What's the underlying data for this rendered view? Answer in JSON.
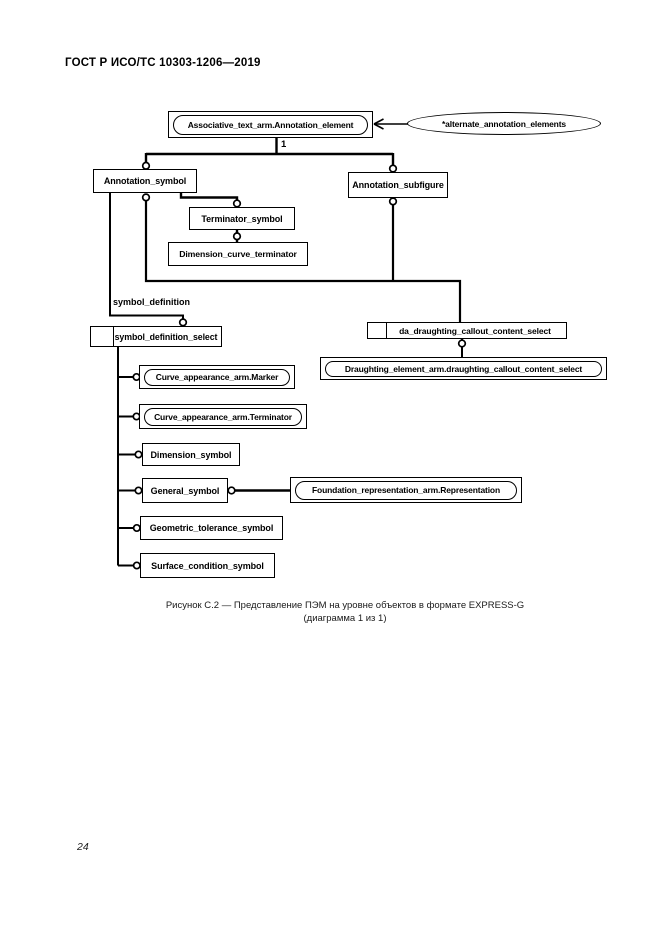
{
  "header": {
    "title": "ГОСТ Р ИСО/ТС 10303-1206—2019"
  },
  "diagram": {
    "nodes": {
      "annotation_element": "Associative_text_arm.Annotation_element",
      "alternate_annotation_elements": "*alternate_annotation_elements",
      "annotation_symbol": "Annotation_symbol",
      "annotation_subfigure": "Annotation_subfigure",
      "terminator_symbol": "Terminator_symbol",
      "dimension_curve_terminator": "Dimension_curve_terminator",
      "symbol_definition_select": "symbol_definition_select",
      "da_draughting_callout_content_select": "da_draughting_callout_content_select",
      "draughting_element_select": "Draughting_element_arm.draughting_callout_content_select",
      "curve_marker": "Curve_appearance_arm.Marker",
      "curve_terminator": "Curve_appearance_arm.Terminator",
      "dimension_symbol": "Dimension_symbol",
      "general_symbol": "General_symbol",
      "foundation_representation": "Foundation_representation_arm.Representation",
      "geometric_tolerance_symbol": "Geometric_tolerance_symbol",
      "surface_condition_symbol": "Surface_condition_symbol"
    },
    "labels": {
      "oneof": "1",
      "symbol_definition": "symbol_definition"
    },
    "caption": {
      "line1": "Рисунок С.2 — Представление ПЭМ на уровне объектов в формате EXPRESS-G",
      "line2": "(диаграмма 1 из 1)"
    }
  },
  "footer": {
    "page_number": "24"
  }
}
